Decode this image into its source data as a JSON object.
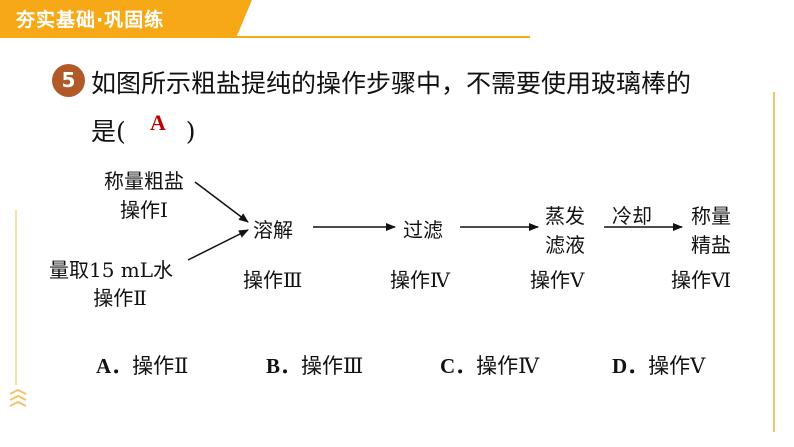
{
  "banner": {
    "title": "夯实基础·巩固练"
  },
  "question": {
    "number": "5",
    "line1": "如图所示粗盐提纯的操作步骤中，不需要使用玻璃棒的",
    "line2_prefix": "是(",
    "answer": "A",
    "line2_suffix": ")"
  },
  "diagram": {
    "step1_line1": "称量粗盐",
    "step1_line2": "操作Ⅰ",
    "step2_line1": "量取15 mL水",
    "step2_line2": "操作Ⅱ",
    "step3": "溶解",
    "step3_op": "操作Ⅲ",
    "step4": "过滤",
    "step4_op": "操作Ⅳ",
    "step5_line1": "蒸发",
    "step5_line2": "滤液",
    "step5_op": "操作Ⅴ",
    "arrow_label": "冷却",
    "step6_line1": "称量",
    "step6_line2": "精盐",
    "step6_op": "操作Ⅵ"
  },
  "options": [
    {
      "letter": "A．",
      "text": "操作Ⅱ"
    },
    {
      "letter": "B．",
      "text": "操作Ⅲ"
    },
    {
      "letter": "C．",
      "text": "操作Ⅳ"
    },
    {
      "letter": "D．",
      "text": "操作Ⅴ"
    }
  ],
  "colors": {
    "banner": "#f6a817",
    "number_circle": "#b05a2a",
    "answer": "#c00000"
  }
}
